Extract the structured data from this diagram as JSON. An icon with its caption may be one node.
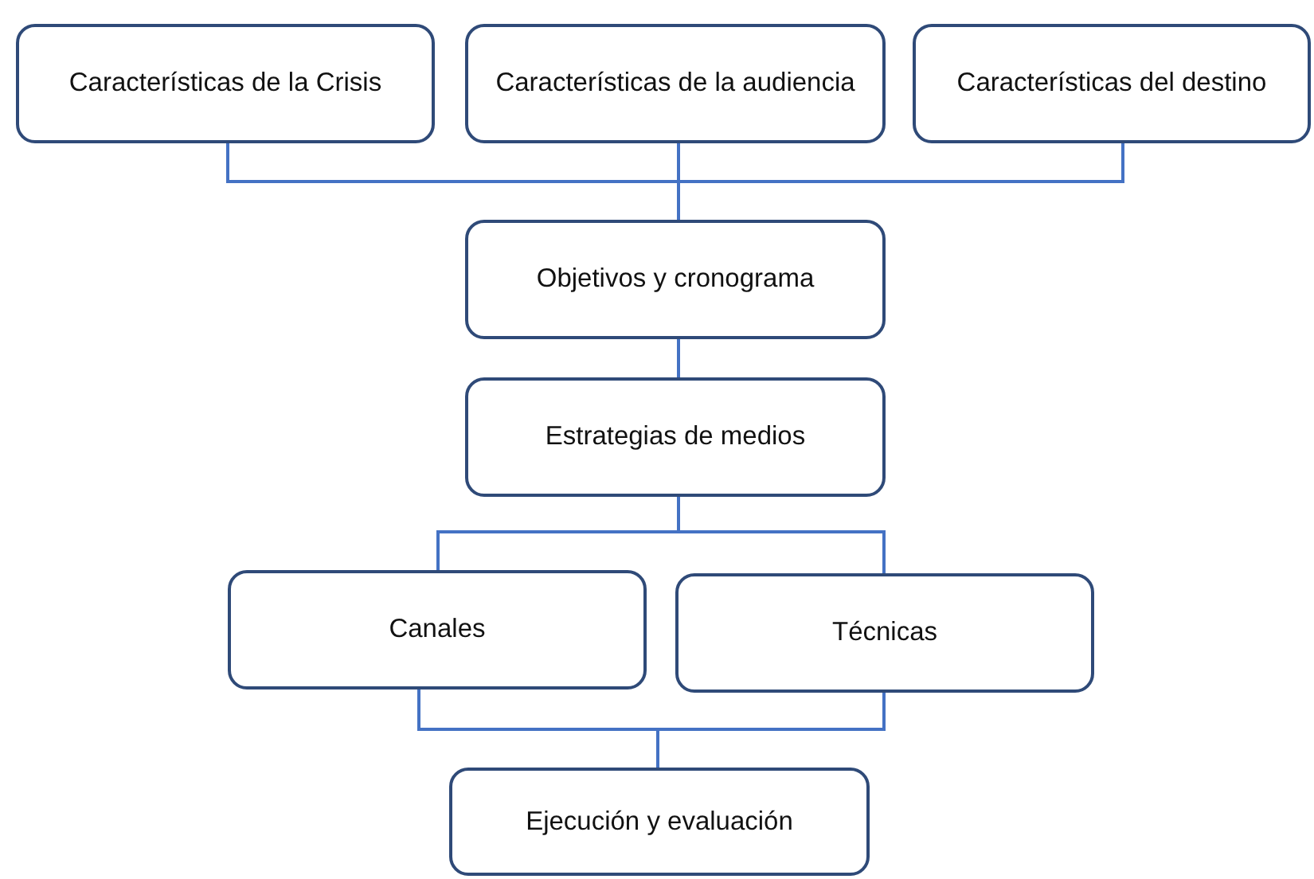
{
  "diagram": {
    "nodes": [
      {
        "text": [
          "Características de la Crisis"
        ]
      },
      {
        "text": [
          "Características de la audiencia"
        ]
      },
      {
        "text": [
          "Características del destino"
        ]
      },
      {
        "text": [
          "Objetivos y cronograma"
        ]
      },
      {
        "text": [
          "Estrategias de medios"
        ]
      },
      {
        "text": [
          "Canales"
        ]
      },
      {
        "text": [
          "Técnicas"
        ]
      },
      {
        "text": [
          "Ejecución y evaluación"
        ]
      }
    ],
    "edges": [
      {
        "from": 0,
        "to": 3,
        "arrow": "none"
      },
      {
        "from": 1,
        "to": 3,
        "arrow": "none"
      },
      {
        "from": 2,
        "to": 3,
        "arrow": "none"
      },
      {
        "from": 3,
        "to": 4,
        "arrow": "none"
      },
      {
        "from": 4,
        "to": 5,
        "arrow": "none"
      },
      {
        "from": 4,
        "to": 6,
        "arrow": "none"
      },
      {
        "from": 5,
        "to": 7,
        "arrow": "none"
      },
      {
        "from": 6,
        "to": 7,
        "arrow": "none"
      }
    ]
  }
}
